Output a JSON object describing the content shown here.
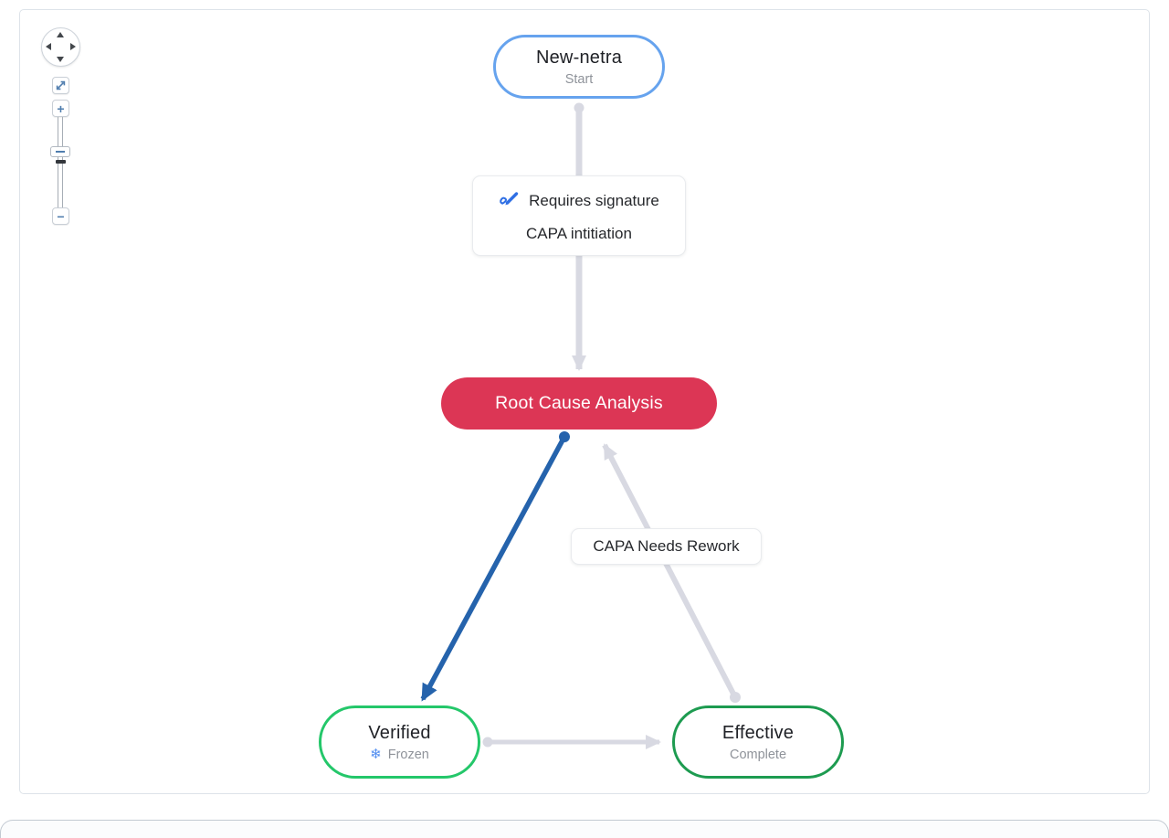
{
  "view": "workflow-state-diagram",
  "controls": {
    "pan": "pan-compass",
    "fullscreen_icon": "expand-diagonal",
    "zoom_in_label": "+",
    "zoom_out_label": "−"
  },
  "diagram": {
    "nodes": [
      {
        "id": "new-netra",
        "title": "New-netra",
        "subtitle": "Start",
        "border_color": "#66a3ee"
      },
      {
        "id": "root-cause-analysis",
        "title": "Root Cause Analysis",
        "fill_color": "#dc3655",
        "text_color": "#ffffff"
      },
      {
        "id": "verified",
        "title": "Verified",
        "subtitle": "Frozen",
        "subtitle_icon": "snowflake-icon",
        "subtitle_icon_glyph": "❄",
        "border_color": "#24c76a"
      },
      {
        "id": "effective",
        "title": "Effective",
        "subtitle": "Complete",
        "border_color": "#1d9b50"
      }
    ],
    "edges": [
      {
        "from": "New-netra",
        "to": "Root Cause Analysis",
        "signature_note": "Requires signature",
        "signature_icon": "signature-icon",
        "label": "CAPA intitiation",
        "color": "#d8d9e2"
      },
      {
        "from": "Root Cause Analysis",
        "to": "Verified",
        "color": "#2563ac"
      },
      {
        "from": "Effective",
        "to": "Root Cause Analysis",
        "label": "CAPA Needs Rework",
        "color": "#d8d9e2"
      },
      {
        "from": "Verified",
        "to": "Effective",
        "color": "#d8d9e2"
      }
    ]
  }
}
